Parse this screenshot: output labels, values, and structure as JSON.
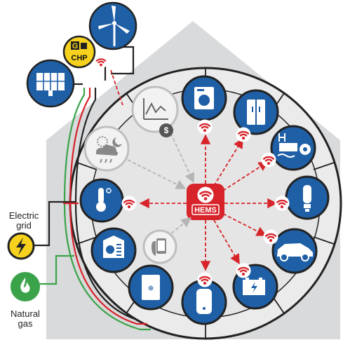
{
  "labels": {
    "hems": "HEMS",
    "chp": "CHP",
    "chp_g": "G",
    "electric_grid_line1": "Electric",
    "electric_grid_line2": "grid",
    "natural_gas_line1": "Natural",
    "natural_gas_line2": "gas",
    "price_symbol": "$"
  },
  "colors": {
    "appliance_blue": "#1f5fa6",
    "hems_red": "#d7242b",
    "wire_green": "#3aa34a",
    "wire_red": "#d7242b",
    "house_gray": "#d9dadb",
    "circle_fill": "#eeeeee",
    "electric_yellow": "#f6d21e",
    "gas_green": "#3aa34a",
    "info_gray": "#bfbfbf"
  },
  "icons": {
    "outer_ring": [
      "washing-machine-icon",
      "refrigerator-icon",
      "pool-pump-icon",
      "light-bulb-icon",
      "electric-car-icon",
      "battery-icon",
      "water-heater-icon",
      "boiler-icon",
      "air-conditioner-icon",
      "thermostat-icon"
    ],
    "info_inputs": [
      "price-chart-icon",
      "weather-icon",
      "smartphone-icon"
    ],
    "sources": [
      "solar-panel-icon",
      "chp-generator-icon",
      "wind-turbine-icon"
    ]
  }
}
